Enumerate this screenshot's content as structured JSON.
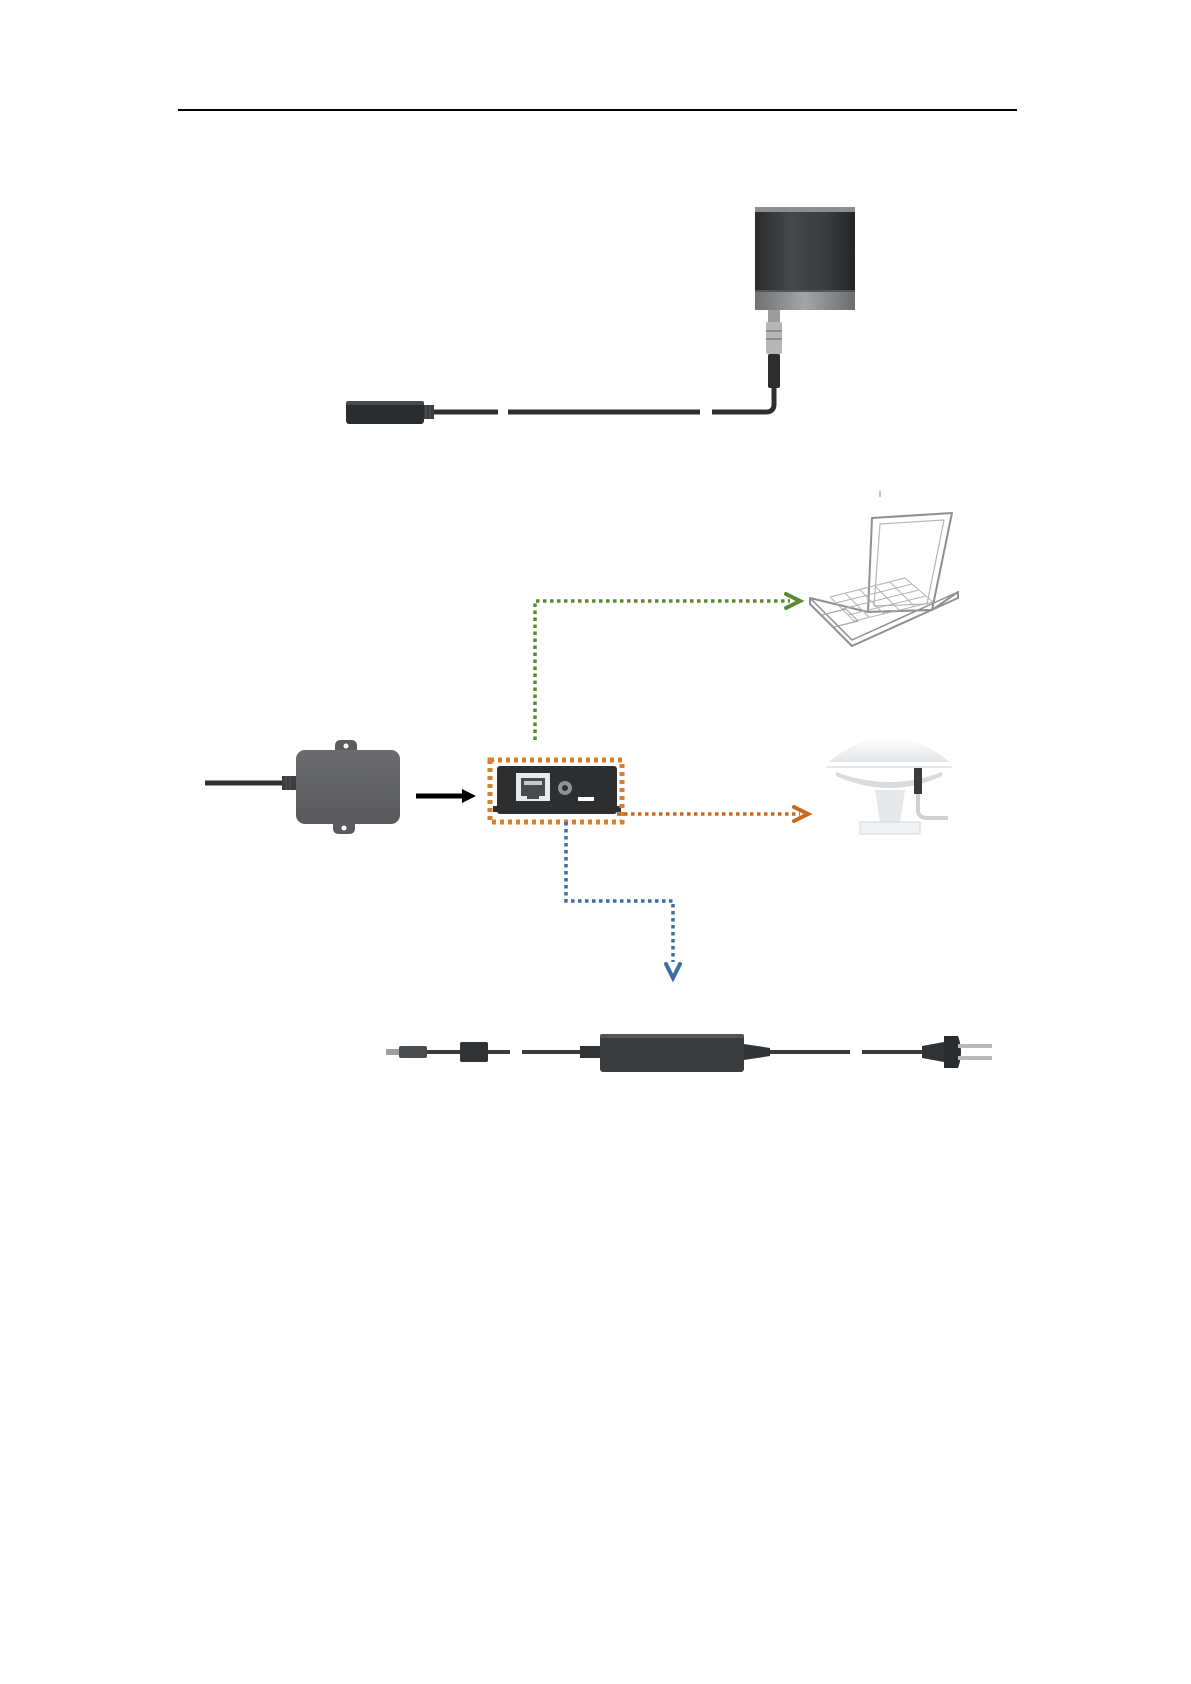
{
  "page": {
    "background": "#ffffff",
    "header_rule_color": "#000000"
  },
  "diagram": {
    "components": [
      {
        "id": "lidar-sensor",
        "icon": "lidar-sensor-icon"
      },
      {
        "id": "sensor-cable",
        "icon": "cable-icon"
      },
      {
        "id": "cable-connector",
        "icon": "connector-icon"
      },
      {
        "id": "interface-box",
        "icon": "junction-box-icon"
      },
      {
        "id": "interface-module",
        "icon": "interface-module-icon"
      },
      {
        "id": "laptop",
        "icon": "laptop-icon"
      },
      {
        "id": "gps-antenna",
        "icon": "gps-antenna-icon"
      },
      {
        "id": "power-adapter",
        "icon": "power-adapter-icon"
      }
    ],
    "connections": [
      {
        "from": "interface-box",
        "to": "interface-module",
        "style": "solid",
        "color": "#000000"
      },
      {
        "from": "interface-module",
        "to": "laptop",
        "style": "dotted",
        "color": "#5a8a32"
      },
      {
        "from": "interface-module",
        "to": "gps-antenna",
        "style": "dotted",
        "color": "#c8691e"
      },
      {
        "from": "interface-module",
        "to": "power-adapter",
        "style": "dotted",
        "color": "#3c6ea5"
      }
    ],
    "highlight": {
      "target": "interface-module",
      "style": "dotted",
      "color": "#d9802e"
    }
  }
}
